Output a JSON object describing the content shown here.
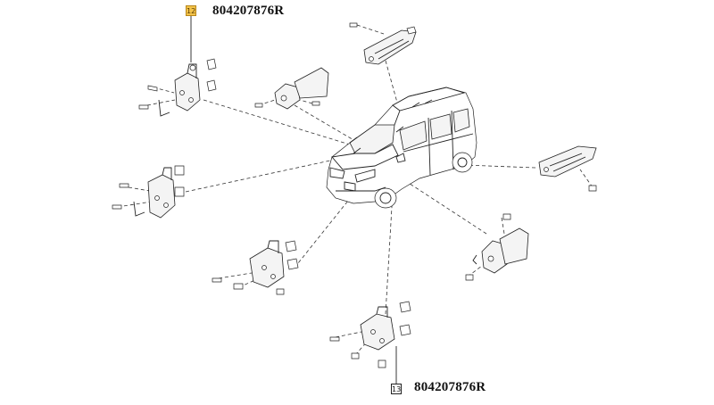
{
  "part_labels": {
    "top": "804207876R",
    "bottom": "804207876R"
  },
  "callouts": {
    "c12": "12",
    "c13": "13"
  },
  "colors": {
    "callout_12_fill": "#f3c34a",
    "line": "#222222"
  }
}
